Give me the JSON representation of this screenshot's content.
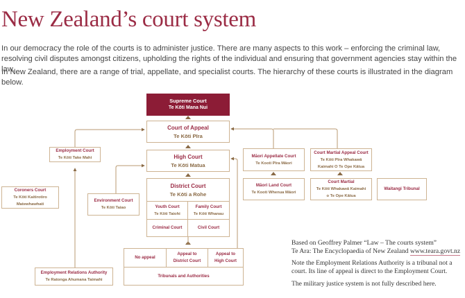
{
  "page": {
    "title": "New Zealand’s court system",
    "intro_paragraphs": [
      "In our democracy the role of the courts is to administer justice. There are many aspects to this work – enforcing the criminal law, resolving civil disputes amongst citizens, upholding the rights of the individual and ensuring that government agencies stay within the law.",
      "In New Zealand, there are a range of trial, appellate, and specialist courts. The hierarchy of these courts is illustrated in the diagram below."
    ]
  },
  "colors": {
    "brand": "#9b2c45",
    "supreme_fill": "#8c1c36",
    "connector": "#b89a72",
    "maori_text": "#8a6a45"
  },
  "diagram": {
    "supreme": {
      "en": "Supreme Court",
      "mi": "Te Kōti Mana Nui"
    },
    "appeal": {
      "en": "Court of Appeal",
      "mi": "Te Kōti Pīra"
    },
    "high": {
      "en": "High Court",
      "mi": "Te Kōti Matua"
    },
    "district": {
      "en": "District Court",
      "mi": "Te Kōti a Rohe"
    },
    "youth": {
      "en": "Youth Court",
      "mi": "Te Kōti Taiohi"
    },
    "family": {
      "en": "Family Court",
      "mi": "Te Kōti Whanau"
    },
    "criminal": {
      "en": "Criminal Court"
    },
    "civil": {
      "en": "Civil Court"
    },
    "employment": {
      "en": "Employment Court",
      "mi": "Te Kōti Take Mahi"
    },
    "coroners": {
      "en": "Coroners Court",
      "mi": "Te Kōti Kaitirotiro Matewhawhati"
    },
    "environment": {
      "en": "Environment Court",
      "mi": "Te Kōti Taiao"
    },
    "era": {
      "en": "Employment Relations Authority",
      "mi": "Te Ratonga Ahumana Taimahi"
    },
    "maori_appellate": {
      "en": "Māori Appellate Court",
      "mi": "Te Kooti Pīra Māori"
    },
    "maori_land": {
      "en": "Māori Land Court",
      "mi": "Te Kooti Whenua Māori"
    },
    "cmac": {
      "en": "Court Martial Appeal Court",
      "mi": "Te Kōti Pīra Whakawā Kaimahi O Te Ope Kātua"
    },
    "court_martial": {
      "en": "Court Martial",
      "mi": "Te Kōti Whakawā Kaimahi o Te Ope Kātua"
    },
    "waitangi": {
      "en": "Waitangi Tribunal"
    },
    "tribunals": {
      "no_appeal": "No appeal",
      "appeal_district": "Appeal to District Court",
      "appeal_high": "Appeal to High Court",
      "label": "Tribunals and Authorities"
    }
  },
  "notes": {
    "source_line1": "Based on Geoffrey Palmer “Law – The courts system”",
    "source_line2": "Te Ara: The Encyclopaedia of New Zealand ",
    "source_link": "www.teara.govt.nz",
    "era_note_line1": "Note the Employment Relations Authority is a tribunal not a",
    "era_note_line2": "court. Its line of appeal is direct to the Employment Court.",
    "military_note": "The military justice system is not fully described here."
  }
}
